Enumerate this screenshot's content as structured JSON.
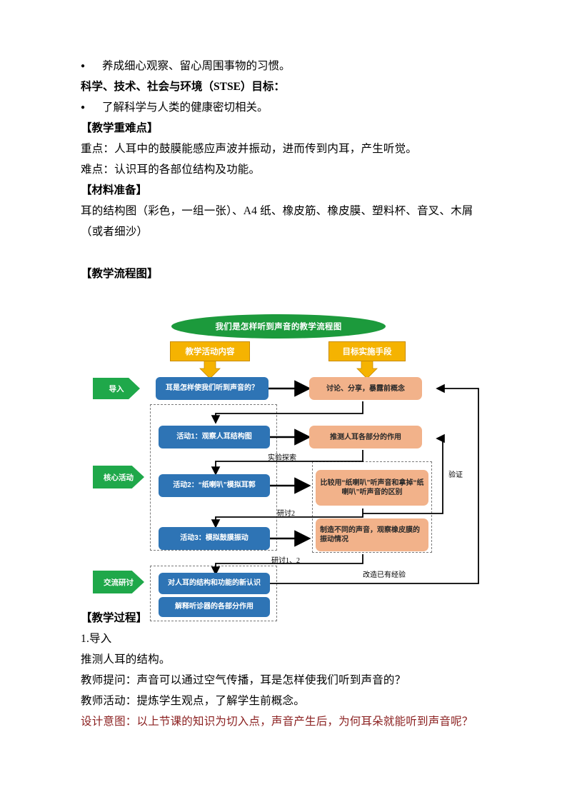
{
  "document": {
    "blocks": [
      {
        "type": "bullet",
        "text": "养成细心观察、留心周围事物的习惯。"
      },
      {
        "type": "heading",
        "text": "科学、技术、社会与环境（STSE）目标："
      },
      {
        "type": "bullet",
        "text": "了解科学与人类的健康密切相关。"
      },
      {
        "type": "heading",
        "text": "【教学重难点】"
      },
      {
        "type": "para",
        "text": "重点：人耳中的鼓膜能感应声波并振动，进而传到内耳，产生听觉。"
      },
      {
        "type": "para",
        "text": "难点：认识耳的各部位结构及功能。"
      },
      {
        "type": "heading",
        "text": "【材料准备】"
      },
      {
        "type": "para",
        "text": "耳的结构图（彩色，一组一张）、A4 纸、橡皮筋、橡皮膜、塑料杯、音叉、木屑"
      },
      {
        "type": "para",
        "text": "（或者细沙）"
      },
      {
        "type": "heading",
        "text": "【教学流程图】"
      }
    ],
    "bottom_blocks": [
      {
        "type": "heading",
        "text": "【教学过程】"
      },
      {
        "type": "para",
        "text": "1.导入"
      },
      {
        "type": "para",
        "text": "推测人耳的结构。"
      },
      {
        "type": "para",
        "text": "教师提问：声音可以通过空气传播，耳是怎样使我们听到声音的？"
      },
      {
        "type": "para",
        "text": "教师活动：提炼学生观点，了解学生前概念。"
      },
      {
        "type": "para",
        "text": "设计意图：以上节课的知识为切入点，声音产生后，为何耳朵就能听到声音呢？",
        "color": "red"
      }
    ]
  },
  "flowchart": {
    "title": "我们是怎样听到声音的教学流程图",
    "column_headers": [
      {
        "label": "教学活动内容"
      },
      {
        "label": "目标实施手段"
      }
    ],
    "phases": [
      {
        "label": "导入"
      },
      {
        "label": "核心活动"
      },
      {
        "label": "交流研讨"
      }
    ],
    "activity_nodes": [
      {
        "label": "耳是怎样使我们听到声音的？"
      },
      {
        "label": "活动1：观察人耳结构图"
      },
      {
        "label": "活动2：“纸喇叭”模拟耳郭"
      },
      {
        "label": "活动3：模拟鼓膜振动"
      },
      {
        "label": "对人耳的结构和功能的新认识"
      },
      {
        "label": "解释听诊器的各部分作用"
      }
    ],
    "outcome_nodes": [
      {
        "label": "讨论、分享，暴露前概念"
      },
      {
        "label": "推测人耳各部分的作用"
      },
      {
        "label": "比较用“纸喇叭”听声音和拿掉“纸喇叭”听声音的区别"
      },
      {
        "label": "制造不同的声音，观察橡皮膜的振动情况"
      }
    ],
    "edge_labels": [
      {
        "label": "实验探索"
      },
      {
        "label": "研讨2"
      },
      {
        "label": "验证"
      },
      {
        "label": "研讨1、2"
      },
      {
        "label": "改造已有经验"
      }
    ],
    "colors": {
      "title_green": "#1C9A3C",
      "phase_green": "#1FA84A",
      "gold": "#F5B301",
      "blue": "#2E74B5",
      "peach": "#F2B28A",
      "arrow": "#000000"
    }
  }
}
